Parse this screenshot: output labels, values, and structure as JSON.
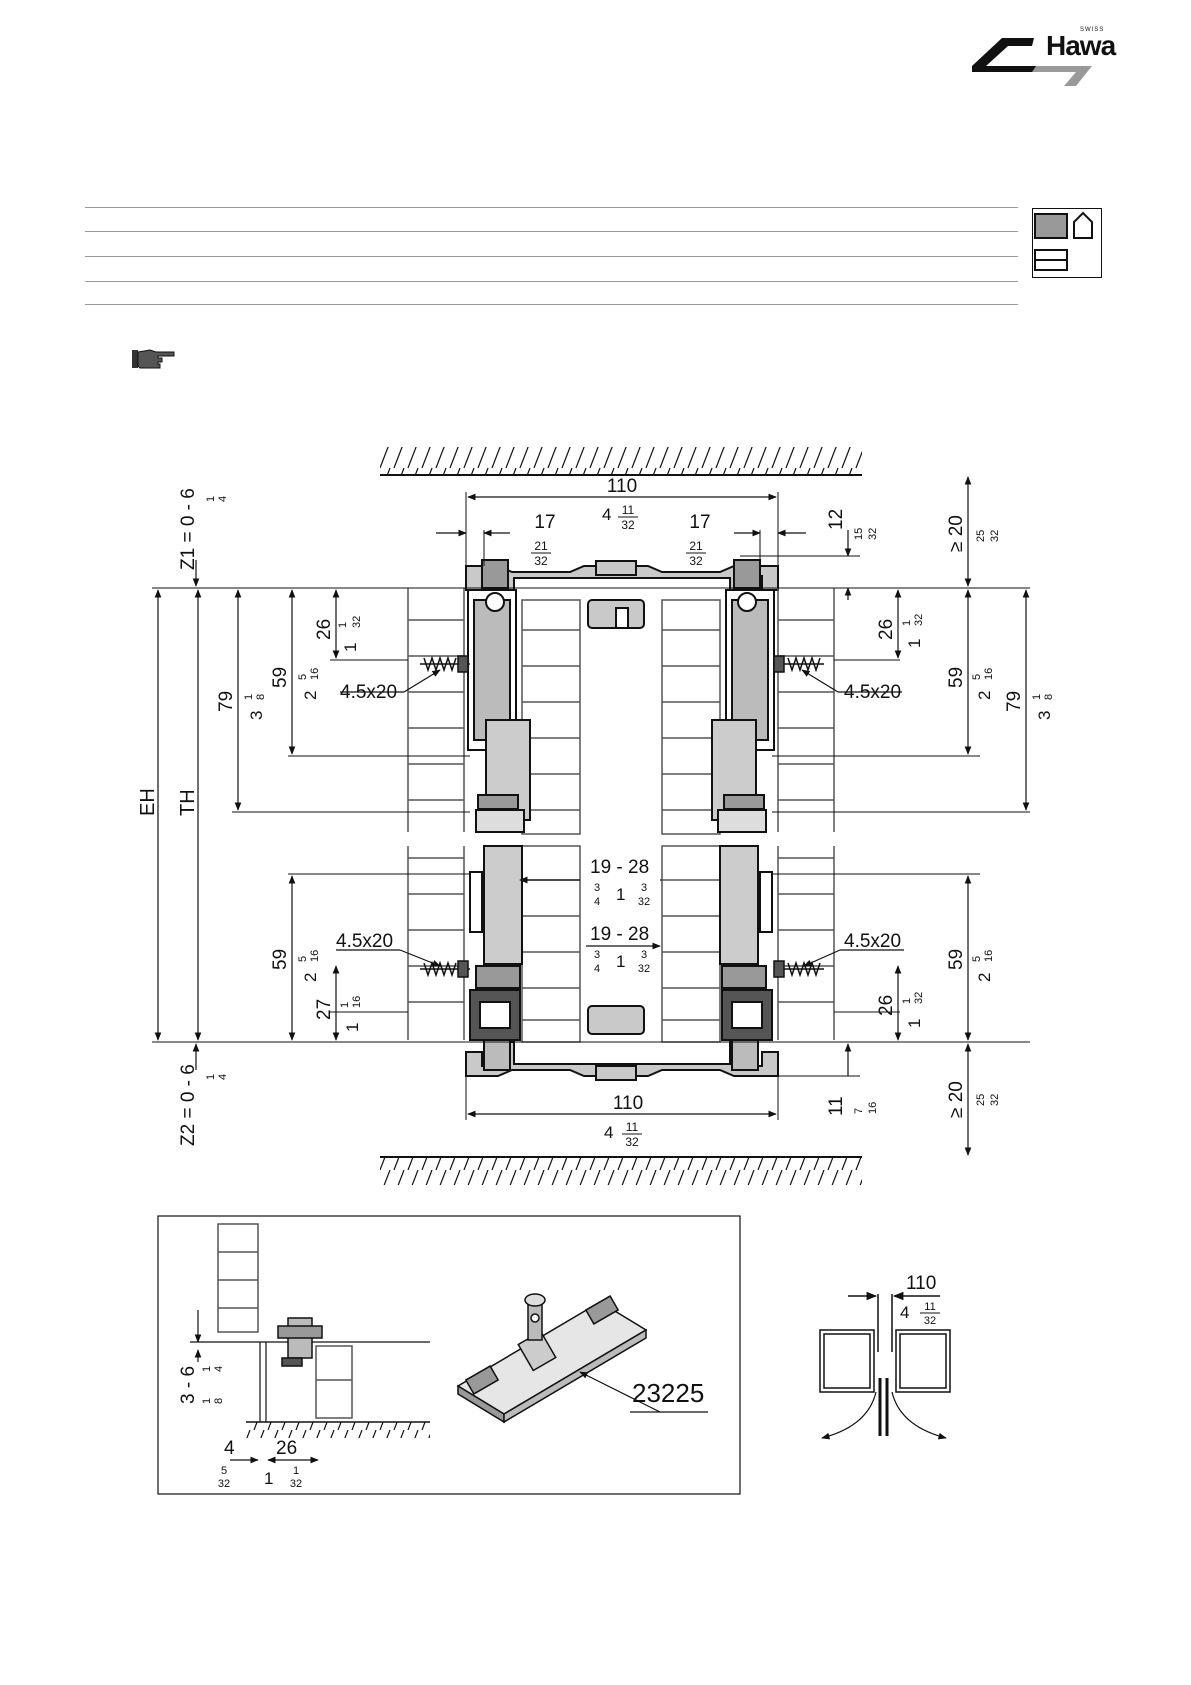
{
  "brand": {
    "name": "Hawa",
    "tagline": "SWISS"
  },
  "main_section": {
    "top_width": {
      "mm": "110",
      "in_whole": "4",
      "in_num": "11",
      "in_den": "32"
    },
    "side_offset_left": {
      "mm": "17",
      "in_num": "21",
      "in_den": "32"
    },
    "side_offset_right": {
      "mm": "17",
      "in_num": "21",
      "in_den": "32"
    },
    "top_right_gap": {
      "mm": "12",
      "in_num": "15",
      "in_den": "32"
    },
    "top_clearance": {
      "label": "≥ 20",
      "in_num": "25",
      "in_den": "32"
    },
    "z1": {
      "label": "Z1 = 0 - 6",
      "in_num": "1",
      "in_den": "4"
    },
    "eh_label": "EH",
    "th_label": "TH",
    "left_79": {
      "mm": "79",
      "in_whole": "3",
      "in_num": "1",
      "in_den": "8"
    },
    "left_59_top": {
      "mm": "59",
      "in_whole": "2",
      "in_num": "5",
      "in_den": "16"
    },
    "left_26": {
      "mm": "26",
      "in_whole": "1",
      "in_num": "1",
      "in_den": "32"
    },
    "right_26_top": {
      "mm": "26",
      "in_whole": "1",
      "in_num": "1",
      "in_den": "32"
    },
    "right_59_top": {
      "mm": "59",
      "in_whole": "2",
      "in_num": "5",
      "in_den": "16"
    },
    "right_79": {
      "mm": "79",
      "in_whole": "3",
      "in_num": "1",
      "in_den": "8"
    },
    "screw_label": "4.5x20",
    "door_gap_upper": {
      "mm": "19 - 28",
      "a_num": "3",
      "a_den": "4",
      "b_whole": "1",
      "b_num": "3",
      "b_den": "32"
    },
    "door_gap_lower": {
      "mm": "19 - 28",
      "a_num": "3",
      "a_den": "4",
      "b_whole": "1",
      "b_num": "3",
      "b_den": "32"
    },
    "left_59_bottom": {
      "mm": "59",
      "in_whole": "2",
      "in_num": "5",
      "in_den": "16"
    },
    "left_27": {
      "mm": "27",
      "in_whole": "1",
      "in_num": "1",
      "in_den": "16"
    },
    "right_26_bottom": {
      "mm": "26",
      "in_whole": "1",
      "in_num": "1",
      "in_den": "32"
    },
    "right_59_bottom": {
      "mm": "59",
      "in_whole": "2",
      "in_num": "5",
      "in_den": "16"
    },
    "z2": {
      "label": "Z2 = 0 - 6",
      "in_num": "1",
      "in_den": "4"
    },
    "bottom_width": {
      "mm": "110",
      "in_whole": "4",
      "in_num": "11",
      "in_den": "32"
    },
    "bottom_right_gap": {
      "mm": "11",
      "in_num": "7",
      "in_den": "16"
    },
    "bottom_clearance": {
      "label": "≥ 20",
      "in_num": "25",
      "in_den": "32"
    }
  },
  "detail_box": {
    "height_range": {
      "mm": "3 - 6",
      "a_num": "1",
      "a_den": "8",
      "b_num": "1",
      "b_den": "4"
    },
    "offset_4": {
      "mm": "4",
      "in_num": "5",
      "in_den": "32"
    },
    "offset_26": {
      "mm": "26",
      "in_whole": "1",
      "in_num": "1",
      "in_den": "32"
    },
    "part_number": "23225"
  },
  "plan_view": {
    "width": {
      "mm": "110",
      "in_whole": "4",
      "in_num": "11",
      "in_den": "32"
    }
  }
}
